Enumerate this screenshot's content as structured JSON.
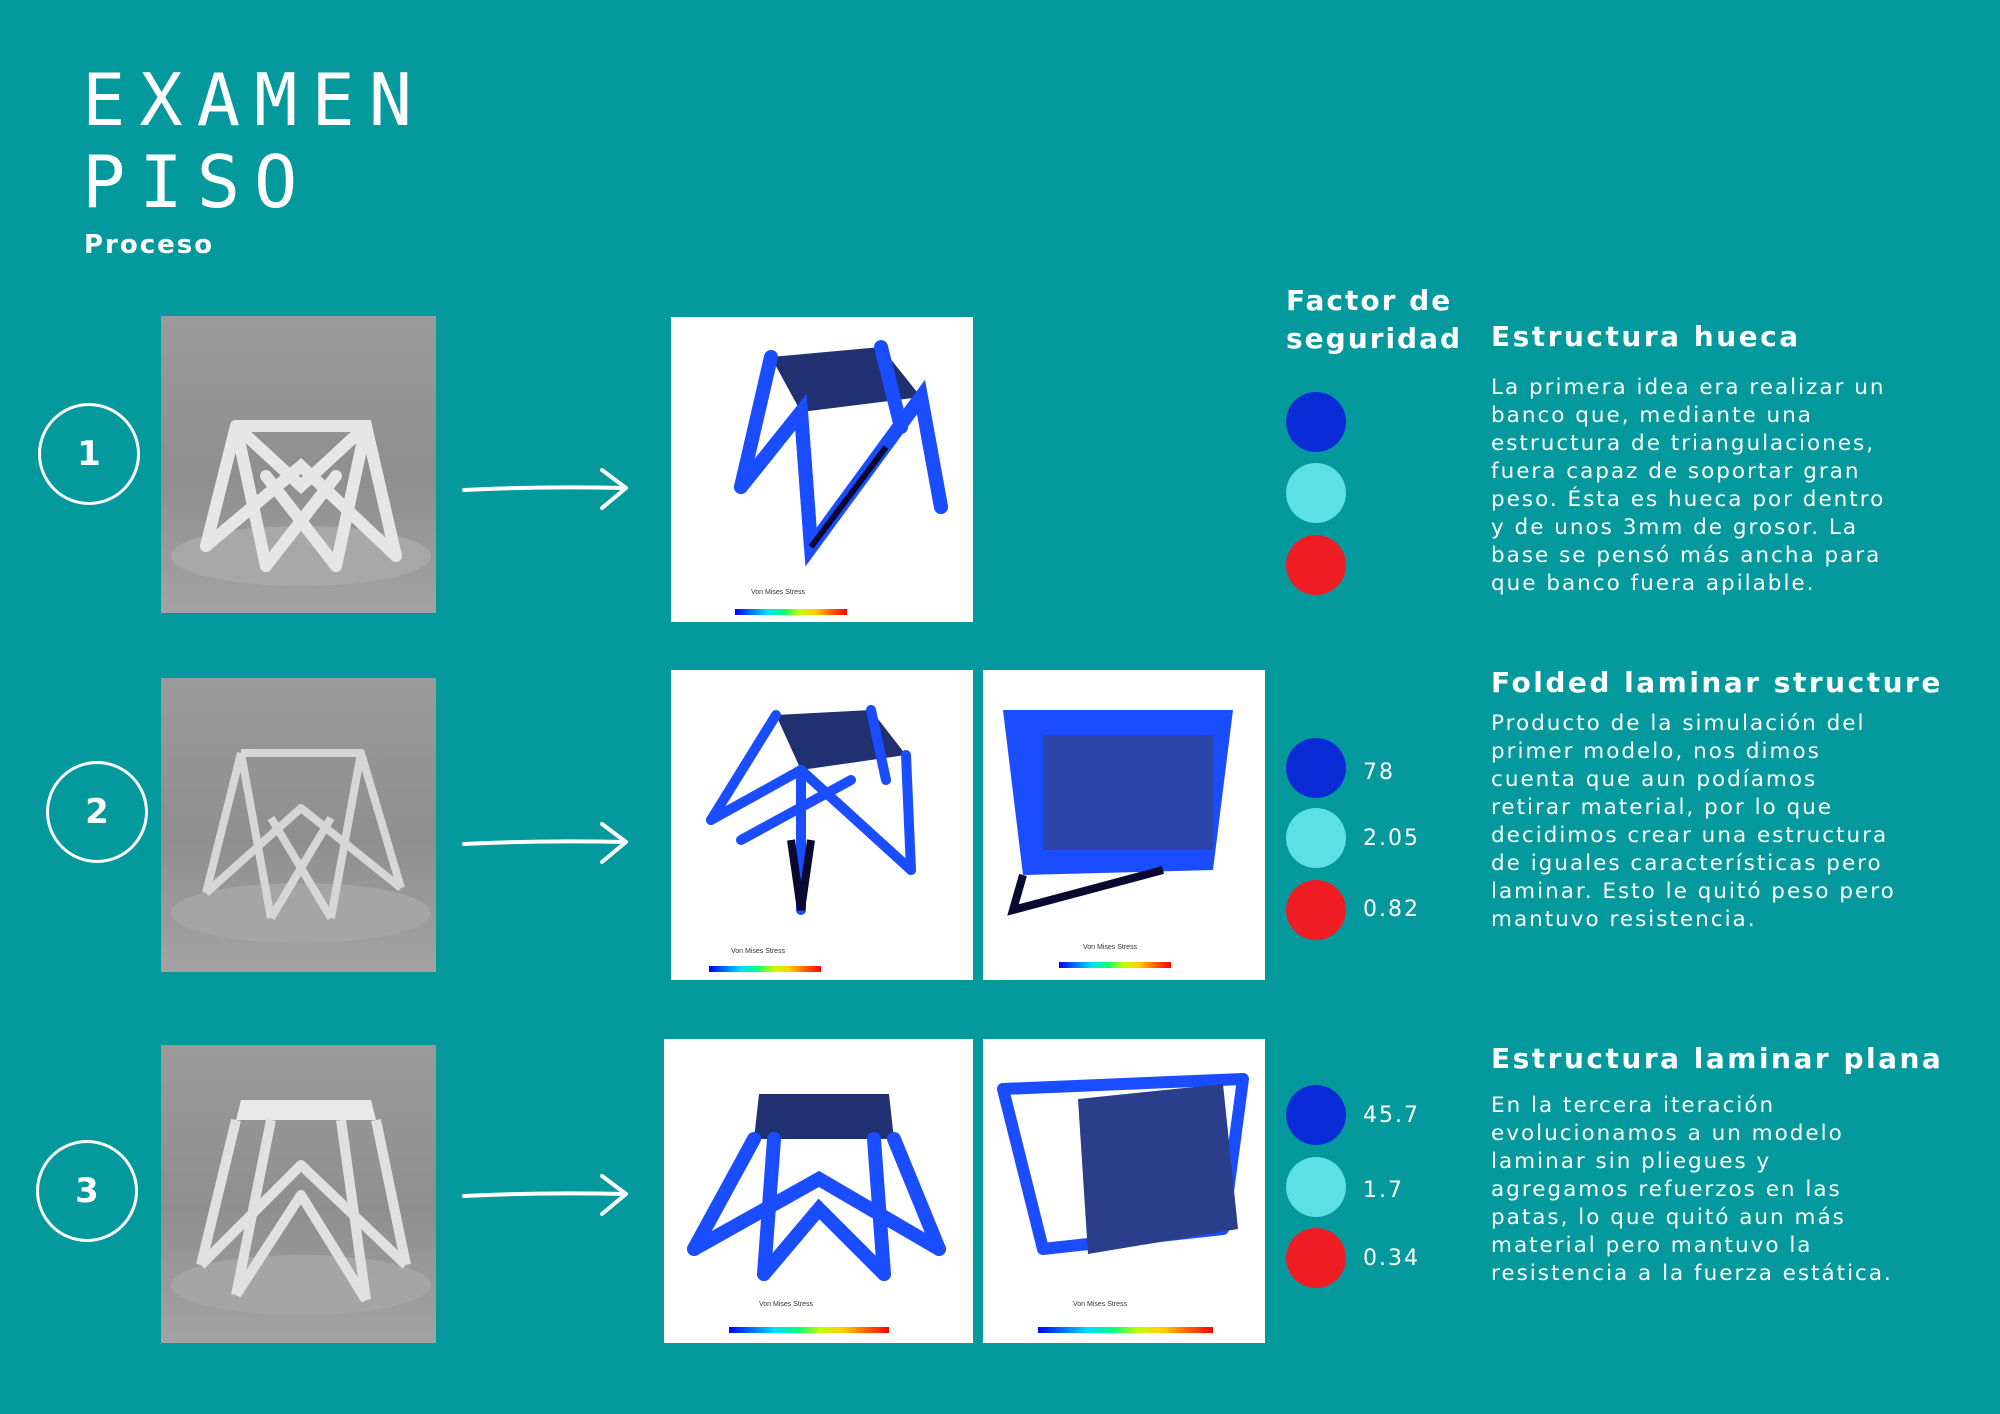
{
  "header": {
    "title_line1": "EXAMEN",
    "title_line2": "PISO",
    "subtitle": "Proceso"
  },
  "legend": {
    "title_line1": "Factor de",
    "title_line2": "seguridad"
  },
  "colors": {
    "background": "#04999d",
    "safety_high": "#0b2bd6",
    "safety_mid": "#5ce0e6",
    "safety_low": "#f01d24"
  },
  "rows": [
    {
      "number": "1",
      "factors": [
        "",
        "",
        ""
      ],
      "section_title": "Estructura hueca",
      "section_body": "La primera idea era realizar un banco que, mediante una estructura de triangulaciones, fuera capaz de soportar gran peso. Ésta es hueca por dentro y de unos 3mm de grosor. La base se pensó más ancha para que banco fuera apilable.",
      "sim_caption": "Von Mises Stress"
    },
    {
      "number": "2",
      "factors": [
        "78",
        "2.05",
        "0.82"
      ],
      "section_title": "Folded laminar structure",
      "section_body": "Producto de la simulación del primer modelo, nos dimos cuenta que aun podíamos retirar material, por lo que decidimos crear una estructura de iguales características pero laminar. Esto le quitó peso pero mantuvo resistencia.",
      "sim_caption": "Von Mises Stress"
    },
    {
      "number": "3",
      "factors": [
        "45.7",
        "1.7",
        "0.34"
      ],
      "section_title": "Estructura laminar plana",
      "section_body": "En la tercera iteración evolucionamos a un modelo laminar sin pliegues y agregamos refuerzos en las patas, lo que quitó aun más material pero mantuvo la resistencia a la fuerza estática.",
      "sim_caption": "Von Mises Stress"
    }
  ],
  "icons": {
    "arrow": "arrow-right-icon"
  }
}
